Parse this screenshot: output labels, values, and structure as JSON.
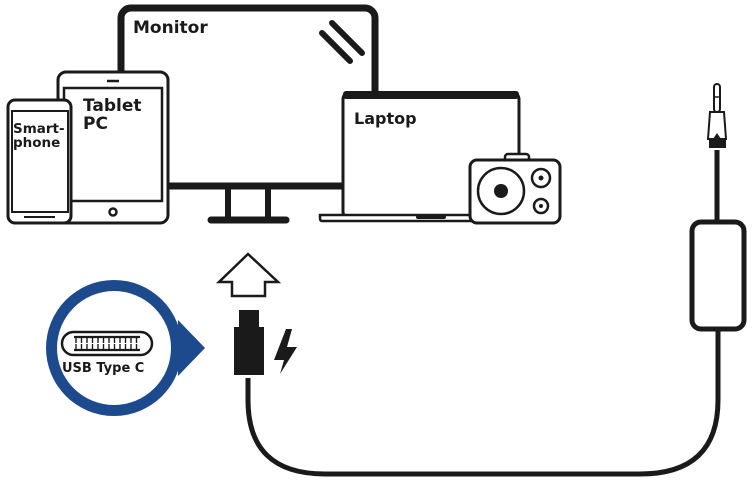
{
  "diagram": {
    "devices": [
      {
        "id": "monitor",
        "label": "Monitor"
      },
      {
        "id": "tablet",
        "label": "Tablet\nPC"
      },
      {
        "id": "smartphone",
        "label": "Smart-\nphone"
      },
      {
        "id": "laptop",
        "label": "Laptop"
      },
      {
        "id": "camera",
        "label": ""
      }
    ],
    "connector_badge": {
      "label": "USB Type C",
      "color": "#1d4a8c"
    },
    "arrow_direction": "up",
    "power_symbol": "lightning-bolt",
    "cable_end": "3.5mm-audio-jack",
    "colors": {
      "stroke": "#1a1a1a",
      "badge": "#1d4a8c",
      "background": "#ffffff"
    }
  }
}
